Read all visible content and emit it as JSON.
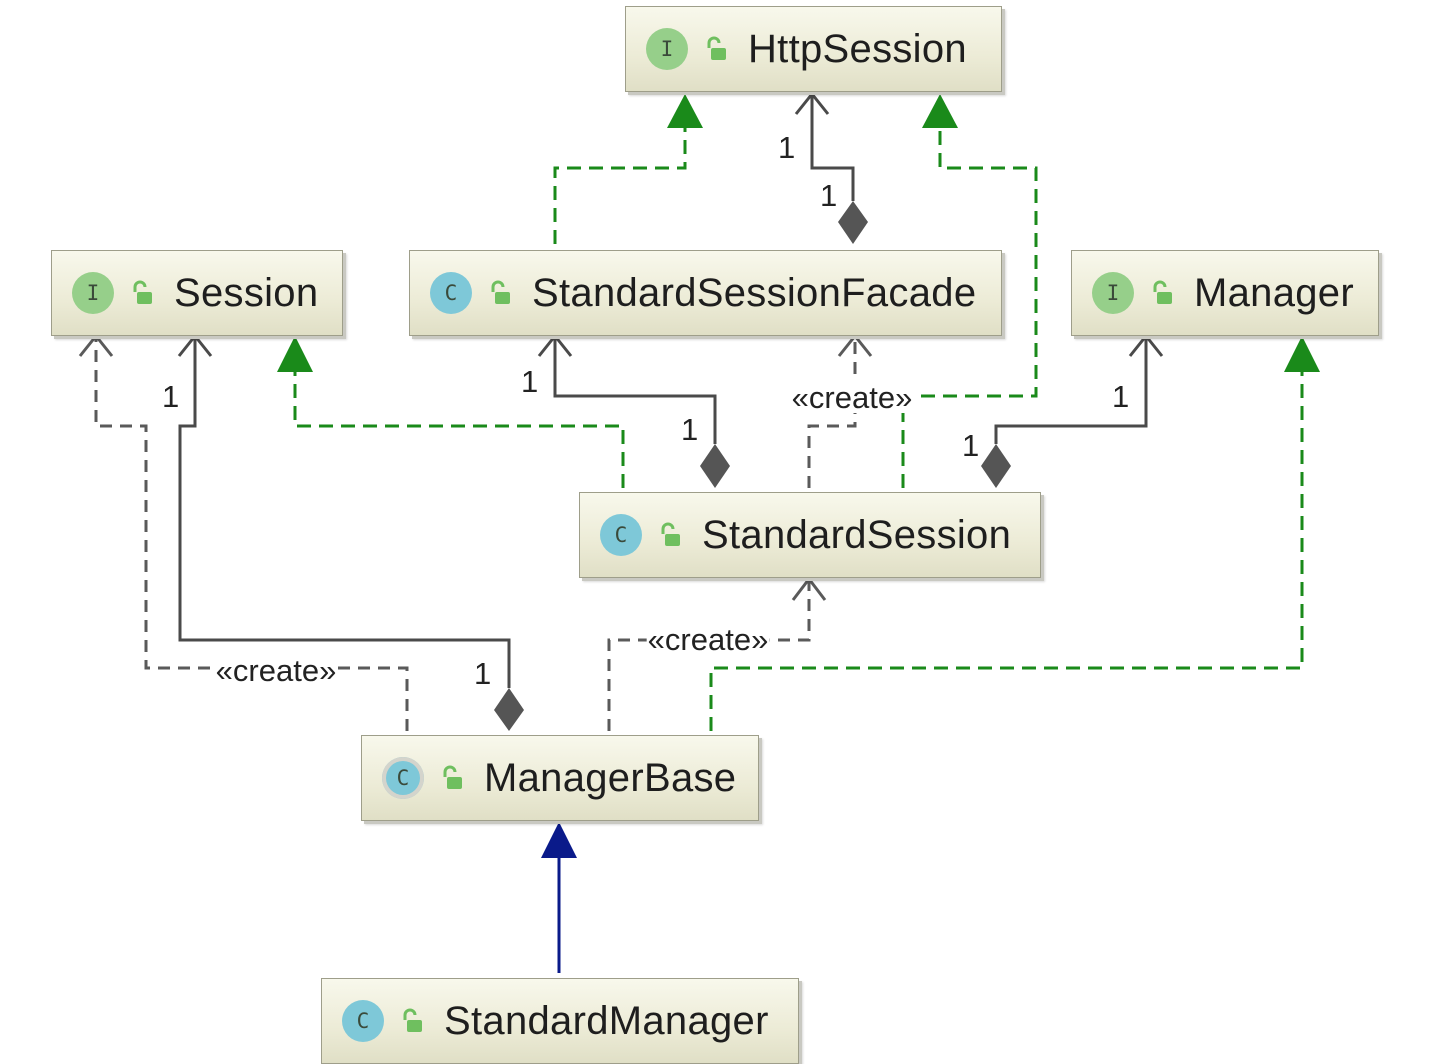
{
  "nodes": {
    "http_session": {
      "label": "HttpSession",
      "kind": "I"
    },
    "session": {
      "label": "Session",
      "kind": "I"
    },
    "standard_session_facade": {
      "label": "StandardSessionFacade",
      "kind": "C"
    },
    "manager": {
      "label": "Manager",
      "kind": "I"
    },
    "standard_session": {
      "label": "StandardSession",
      "kind": "C"
    },
    "manager_base": {
      "label": "ManagerBase",
      "kind": "C"
    },
    "standard_manager": {
      "label": "StandardManager",
      "kind": "C"
    }
  },
  "edge_labels": {
    "create_facade": "«create»",
    "create_session": "«create»",
    "create_mgrbase_session": "«create»",
    "mult_facade_http_target": "1",
    "mult_facade_http_source": "1",
    "mult_session_facade_target": "1",
    "mult_session_facade_source": "1",
    "mult_session_manager_target": "1",
    "mult_session_manager_source": "1",
    "mult_mgrbase_session_target": "1",
    "mult_mgrbase_session_source": "1"
  },
  "colors": {
    "implements": "#1a8a1a",
    "extends": "#0a1a8a",
    "association": "#4a4a4a",
    "dependency": "#5a5a5a"
  },
  "icons": {
    "interface": "interface-badge-icon",
    "class": "class-badge-icon",
    "abstract": "abstract-class-badge-icon",
    "visibility": "public-lock-icon"
  }
}
